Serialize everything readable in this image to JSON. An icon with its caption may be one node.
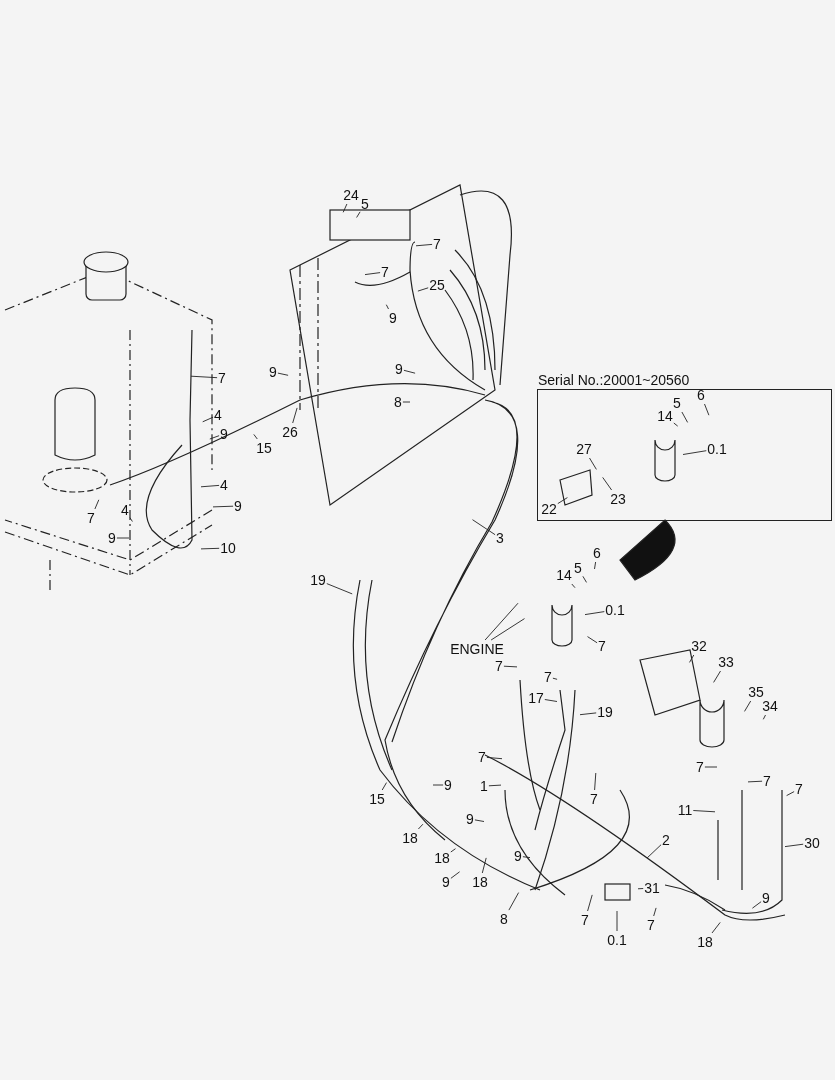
{
  "diagram": {
    "nodes": [
      {
        "text": [
          "Serial No.:20001~20560"
        ]
      },
      {
        "text": [
          "6"
        ],
        "in": 0
      },
      {
        "text": [
          "14"
        ],
        "in": 0
      },
      {
        "text": [
          "5"
        ],
        "in": 0
      },
      {
        "text": [
          "0.1"
        ],
        "in": 0
      },
      {
        "text": [
          "27"
        ],
        "in": 0
      },
      {
        "text": [
          "23"
        ],
        "in": 0
      },
      {
        "text": [
          "22"
        ],
        "in": 0
      },
      {
        "text": [
          "24"
        ]
      },
      {
        "text": [
          "5"
        ]
      },
      {
        "text": [
          "7"
        ]
      },
      {
        "text": [
          "7"
        ]
      },
      {
        "text": [
          "25"
        ]
      },
      {
        "text": [
          "9"
        ]
      },
      {
        "text": [
          "9"
        ]
      },
      {
        "text": [
          "9"
        ]
      },
      {
        "text": [
          "8"
        ]
      },
      {
        "text": [
          "7"
        ]
      },
      {
        "text": [
          "4"
        ]
      },
      {
        "text": [
          "9"
        ]
      },
      {
        "text": [
          "26"
        ]
      },
      {
        "text": [
          "15"
        ]
      },
      {
        "text": [
          "4"
        ]
      },
      {
        "text": [
          "9"
        ]
      },
      {
        "text": [
          "7"
        ]
      },
      {
        "text": [
          "4"
        ]
      },
      {
        "text": [
          "9"
        ]
      },
      {
        "text": [
          "10"
        ]
      },
      {
        "text": [
          "3"
        ]
      },
      {
        "text": [
          "19"
        ]
      },
      {
        "text": [
          "6"
        ]
      },
      {
        "text": [
          "14"
        ]
      },
      {
        "text": [
          "5"
        ]
      },
      {
        "text": [
          "0.1"
        ]
      },
      {
        "text": [
          "7"
        ]
      },
      {
        "text": [
          "ENGINE"
        ]
      },
      {
        "text": [
          "7"
        ]
      },
      {
        "text": [
          "7"
        ]
      },
      {
        "text": [
          "17"
        ]
      },
      {
        "text": [
          "19"
        ]
      },
      {
        "text": [
          "32"
        ]
      },
      {
        "text": [
          "33"
        ]
      },
      {
        "text": [
          "35"
        ]
      },
      {
        "text": [
          "34"
        ]
      },
      {
        "text": [
          "7"
        ]
      },
      {
        "text": [
          "1"
        ]
      },
      {
        "text": [
          "7"
        ]
      },
      {
        "text": [
          "7"
        ]
      },
      {
        "text": [
          "7"
        ]
      },
      {
        "text": [
          "7"
        ]
      },
      {
        "text": [
          "11"
        ]
      },
      {
        "text": [
          "30"
        ]
      },
      {
        "text": [
          "2"
        ]
      },
      {
        "text": [
          "15"
        ]
      },
      {
        "text": [
          "9"
        ]
      },
      {
        "text": [
          "18"
        ]
      },
      {
        "text": [
          "9"
        ]
      },
      {
        "text": [
          "18"
        ]
      },
      {
        "text": [
          "9"
        ]
      },
      {
        "text": [
          "18"
        ]
      },
      {
        "text": [
          "9"
        ]
      },
      {
        "text": [
          "8"
        ]
      },
      {
        "text": [
          "7"
        ]
      },
      {
        "text": [
          "31"
        ]
      },
      {
        "text": [
          "0.1"
        ]
      },
      {
        "text": [
          "7"
        ]
      },
      {
        "text": [
          "9"
        ]
      },
      {
        "text": [
          "18"
        ]
      }
    ],
    "edges": [
      {
        "from": 1,
        "to": null,
        "arrow": "none"
      },
      {
        "from": 2,
        "to": null,
        "arrow": "none"
      },
      {
        "from": 3,
        "to": null,
        "arrow": "none"
      },
      {
        "from": 4,
        "to": null,
        "arrow": "none"
      },
      {
        "from": 5,
        "to": null,
        "arrow": "none"
      },
      {
        "from": 6,
        "to": null,
        "arrow": "none"
      },
      {
        "from": 7,
        "to": null,
        "arrow": "none"
      },
      {
        "from": 8,
        "to": null,
        "arrow": "none"
      },
      {
        "from": 9,
        "to": null,
        "arrow": "none"
      },
      {
        "from": 10,
        "to": null,
        "arrow": "none"
      },
      {
        "from": 11,
        "to": null,
        "arrow": "none"
      },
      {
        "from": 12,
        "to": null,
        "arrow": "none"
      },
      {
        "from": 13,
        "to": null,
        "arrow": "none"
      },
      {
        "from": 14,
        "to": null,
        "arrow": "none"
      },
      {
        "from": 15,
        "to": null,
        "arrow": "none"
      },
      {
        "from": 16,
        "to": null,
        "arrow": "none"
      },
      {
        "from": 17,
        "to": null,
        "arrow": "none"
      },
      {
        "from": 18,
        "to": null,
        "arrow": "none"
      },
      {
        "from": 19,
        "to": null,
        "arrow": "none"
      },
      {
        "from": 20,
        "to": null,
        "arrow": "none"
      },
      {
        "from": 21,
        "to": null,
        "arrow": "none"
      },
      {
        "from": 22,
        "to": null,
        "arrow": "none"
      },
      {
        "from": 23,
        "to": null,
        "arrow": "none"
      },
      {
        "from": 24,
        "to": null,
        "arrow": "none"
      },
      {
        "from": 25,
        "to": null,
        "arrow": "none"
      },
      {
        "from": 26,
        "to": null,
        "arrow": "none"
      },
      {
        "from": 27,
        "to": null,
        "arrow": "none"
      },
      {
        "from": 28,
        "to": null,
        "arrow": "none"
      },
      {
        "from": 29,
        "to": null,
        "arrow": "none"
      },
      {
        "from": 30,
        "to": null,
        "arrow": "none"
      },
      {
        "from": 31,
        "to": null,
        "arrow": "none"
      },
      {
        "from": 32,
        "to": null,
        "arrow": "none"
      },
      {
        "from": 33,
        "to": null,
        "arrow": "none"
      },
      {
        "from": 34,
        "to": null,
        "arrow": "none"
      },
      {
        "from": 35,
        "to": null,
        "arrow": "none"
      },
      {
        "from": 35,
        "to": null,
        "arrow": "none"
      },
      {
        "from": 36,
        "to": null,
        "arrow": "none"
      },
      {
        "from": 37,
        "to": null,
        "arrow": "none"
      },
      {
        "from": 38,
        "to": null,
        "arrow": "none"
      },
      {
        "from": 39,
        "to": null,
        "arrow": "none"
      },
      {
        "from": 40,
        "to": null,
        "arrow": "none"
      },
      {
        "from": 41,
        "to": null,
        "arrow": "none"
      },
      {
        "from": 42,
        "to": null,
        "arrow": "none"
      },
      {
        "from": 43,
        "to": null,
        "arrow": "none"
      },
      {
        "from": 44,
        "to": null,
        "arrow": "none"
      },
      {
        "from": 45,
        "to": null,
        "arrow": "none"
      },
      {
        "from": 46,
        "to": null,
        "arrow": "none"
      },
      {
        "from": 47,
        "to": null,
        "arrow": "none"
      },
      {
        "from": 48,
        "to": null,
        "arrow": "none"
      },
      {
        "from": 49,
        "to": null,
        "arrow": "none"
      },
      {
        "from": 50,
        "to": null,
        "arrow": "none"
      },
      {
        "from": 51,
        "to": null,
        "arrow": "none"
      },
      {
        "from": 52,
        "to": null,
        "arrow": "none"
      },
      {
        "from": 53,
        "to": null,
        "arrow": "none"
      },
      {
        "from": 54,
        "to": null,
        "arrow": "none"
      },
      {
        "from": 55,
        "to": null,
        "arrow": "none"
      },
      {
        "from": 56,
        "to": null,
        "arrow": "none"
      },
      {
        "from": 57,
        "to": null,
        "arrow": "none"
      },
      {
        "from": 58,
        "to": null,
        "arrow": "none"
      },
      {
        "from": 59,
        "to": null,
        "arrow": "none"
      },
      {
        "from": 60,
        "to": null,
        "arrow": "none"
      },
      {
        "from": 61,
        "to": null,
        "arrow": "none"
      },
      {
        "from": 62,
        "to": null,
        "arrow": "none"
      },
      {
        "from": 63,
        "to": null,
        "arrow": "none"
      },
      {
        "from": 64,
        "to": null,
        "arrow": "none"
      },
      {
        "from": 65,
        "to": null,
        "arrow": "none"
      },
      {
        "from": 66,
        "to": null,
        "arrow": "none"
      },
      {
        "from": 67,
        "to": null,
        "arrow": "none"
      }
    ]
  }
}
